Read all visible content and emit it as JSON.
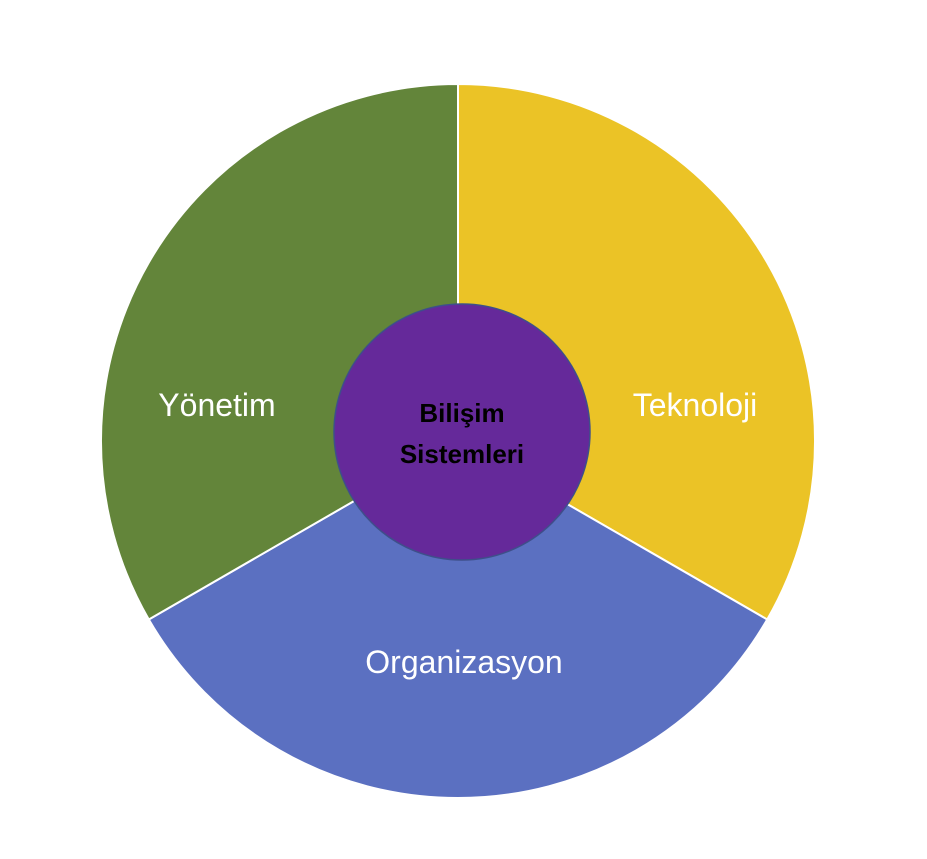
{
  "diagram": {
    "center": {
      "line1": "Bilişim",
      "line2": "Sistemleri",
      "color": "#65299a"
    },
    "segments": [
      {
        "label": "Teknoloji",
        "color": "#ebc326"
      },
      {
        "label": "Organizasyon",
        "color": "#5b70c1"
      },
      {
        "label": "Yönetim",
        "color": "#63853a"
      }
    ]
  }
}
